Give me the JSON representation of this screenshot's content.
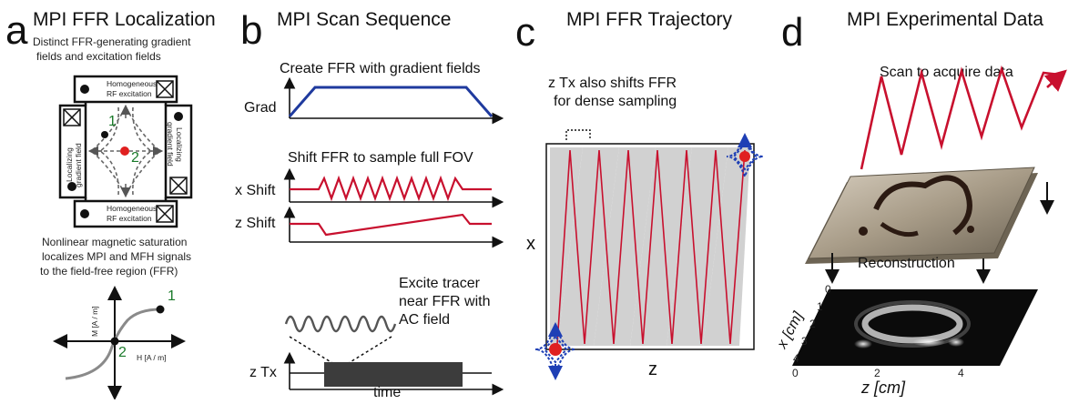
{
  "panel_a": {
    "letter": "a",
    "title": "MPI FFR Localization",
    "caption_top_line1": "Distinct FFR-generating gradient",
    "caption_top_line2": "fields and excitation fields",
    "homog_top_line1": "Homogeneous",
    "homog_top_line2": "RF excitation",
    "homog_bottom_line1": "Homogeneous",
    "homog_bottom_line2": "RF excitation",
    "localizing_left_line1": "Localizing",
    "localizing_left_line2": "gradient field",
    "localizing_right_line1": "Localizing",
    "localizing_right_line2": "gradient field",
    "marker_1": "1",
    "marker_2": "2",
    "caption_mid_line1": "Nonlinear magnetic saturation",
    "caption_mid_line2": "localizes MPI and MFH signals",
    "caption_mid_line3": "to the field-free region (FFR)",
    "curve_ylabel": "M [A / m]",
    "curve_xlabel": "H [A / m]",
    "curve_point_1": "1",
    "curve_point_2": "2"
  },
  "panel_b": {
    "letter": "b",
    "title": "MPI Scan Sequence",
    "grad_caption": "Create FFR with gradient fields",
    "grad_label": "Grad",
    "shift_caption": "Shift FFR to sample full FOV",
    "x_shift_label": "x Shift",
    "z_shift_label": "z Shift",
    "excite_line1": "Excite tracer",
    "excite_line2": "near FFR with",
    "excite_line3": "AC field",
    "ztx_label": "z Tx",
    "time_label": "time"
  },
  "panel_c": {
    "letter": "c",
    "title": "MPI FFR Trajectory",
    "note_line1": "z Tx also shifts FFR",
    "note_line2": "for dense sampling",
    "x_axis_label": "x",
    "z_axis_label": "z"
  },
  "panel_d": {
    "letter": "d",
    "title": "MPI Experimental Data",
    "scan_caption": "Scan to acquire data",
    "recon_caption": "Reconstruction",
    "y_axis_label": "x [cm]",
    "x_axis_label": "z [cm]",
    "y_ticks": [
      "0",
      "1",
      "2",
      "3",
      "4"
    ],
    "x_ticks": [
      "0",
      "2",
      "4"
    ]
  },
  "colors": {
    "grad_blue": "#1f3a9e",
    "shift_red": "#c8102e",
    "ffr_blue": "#1e3fb5",
    "ffr_red": "#e02020",
    "curve_gray": "#8a8a8a"
  }
}
